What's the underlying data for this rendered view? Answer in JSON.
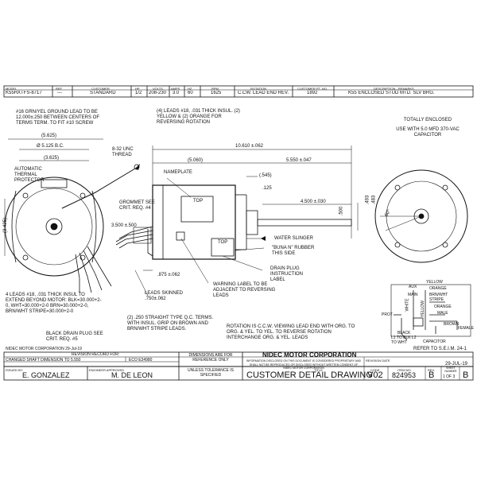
{
  "header_row": {
    "labels": [
      "MODEL",
      "REF",
      "CUSTOMER",
      "HP",
      "VOLTS",
      "AMPS",
      "HZ",
      "RPM",
      "ROTATION",
      "CUSTOMER PT. NO.",
      "DESCRIPTION - REMARKS"
    ],
    "values": [
      "K55HXTFS-8717",
      "---",
      "STANDARD",
      "1/2",
      "208-230",
      "3.0",
      "60",
      "1625",
      "C.CW. LEAD END REV.",
      "1892",
      "K55 ENCLOSED STUD MTD. SLV BRG."
    ]
  },
  "notes": {
    "ground_lead": "#16 GRN/YEL GROUND LEAD TO BE 12.000±.250 BETWEEN CENTERS OF TERMS TERM. TO FIT #10 SCREW",
    "four_leads": "(4) LEADS #18, .031 THICK INSUL. (2) YELLOW & (2) ORANGE FOR REVERSING ROTATION",
    "enclosed": "TOTALLY ENCLOSED",
    "capacitor": "USE WITH 5.0 MFD 370-VAC CAPACITOR",
    "thread": "8-32 UNC THREAD",
    "auto_thermal": "AUTOMATIC THERMAL PROTECTOR",
    "grommet": "GROMMET SEE CRIT. REQ. #4",
    "nameplate": "NAMEPLATE",
    "top1": "TOP",
    "top2": "TOP",
    "water_slinger": "WATER SLINGER",
    "buna": "\"BUNA N\" RUBBER THIS SIDE",
    "drain_label": "DRAIN PLUG INSTRUCTION LABEL",
    "warning": "WARNING LABEL TO BE ADJACENT TO REVERSING LEADS",
    "leads_skinned": "LEADS SKINNED .750±.062",
    "four_leads_insul": "4 LEADS #18, .031 THICK INSUL TO EXTEND BEYOND MOTOR: BLK=30.000+2-0, WHT=30.000+2-0 BRN=30.000+2-0, BRN/WHT STRIPE=30.000+2-0",
    "black_drain": "BLACK DRAIN PLUG SEE CRIT. REQ. #5",
    "straight_qc": "(2) .250 STRAIGHT TYPE Q.C. TERMS. WITH INSUL. GRIP ON BROWN AND BRN/WHT STRIPE LEADS.",
    "rotation": "ROTATION IS C.C.W. VIEWING LEAD END WITH ORG. TO ORG. & YEL. TO YEL. TO REVERSE ROTATION INTERCHANGE ORG. & YEL. LEADS",
    "refer": "REFER TO S.E.I.M. 24-1"
  },
  "dims": {
    "d5625": "(5.625)",
    "bc": "Ø  5.125  B.C.",
    "d3625": "(3.625)",
    "d3425": "(3.425)",
    "d10610": "10.610 ±.062",
    "d5060": "(5.060)",
    "d5550": "5.550 ±.047",
    "d545": "(.545)",
    "d125": ".125",
    "d4500": "4.500 ±.030",
    "d500": ".500",
    "d3500": "3.500 ±.500",
    "d875": ".875 ±.062",
    "d493": ".493",
    "d483": ".483",
    "deg": "60°"
  },
  "wiring": {
    "yellow": "YELLOW",
    "aux": "AUX",
    "orange": "ORANGE",
    "main": "MAIN",
    "brnwht": "BRN/WHT STRIPE",
    "orange2": "ORANGE",
    "male": "MALE",
    "brown": "BROWN",
    "female": "FEMALE",
    "prot": "PROT",
    "white": "WHITE",
    "yellow2": "YELLOW",
    "black": "BLACK",
    "l1l2": "L1 TO BLK L2 TO WHT",
    "capacitor": "CAPACITOR"
  },
  "footer": {
    "company_line": "NIDEC MOTOR CORPORATION 29-Jul-19",
    "revision_title": "REVISION RECORD FOR:",
    "eco": "ECO E34980",
    "changed": "CHANGED SHAFT DIMENSION TO 5.550",
    "dims_ref": "DIMENSIONS ARE FOR REFERENCE ONLY",
    "tolerance": "UNLESS TOLERANCE IS SPECIFIED",
    "issued_by_label": "ISSUED BY:",
    "issued_by": "E. GONZALEZ",
    "engineer_label": "ENGINEER APPROVED",
    "engineer": "M. DE LEON",
    "corp": "NIDEC MOTOR CORPORATION",
    "proprietary": "INFORMATION DISCLOSED ON THIS DOCUMENT IS CONSIDERED PROPRIETARY AND SHALL NOT BE REPRODUCED OR DISCLOSED WITHOUT WRITTEN CONSENT OF NIDEC MOTOR CORPORATION",
    "revision_date_label": "REVISION DATE",
    "revision_date": "29-JUL-19",
    "title_label": "TITLE",
    "title": "CUSTOMER DETAIL DRAWING",
    "code_label": "CODE",
    "code": "V02",
    "item_label": "ITEM NO.",
    "item": "824953",
    "rev_label": "REV.",
    "rev": "B",
    "sheet_label": "SHEET NUMBER",
    "sheet": "1 OF 3",
    "rev2": "B"
  }
}
